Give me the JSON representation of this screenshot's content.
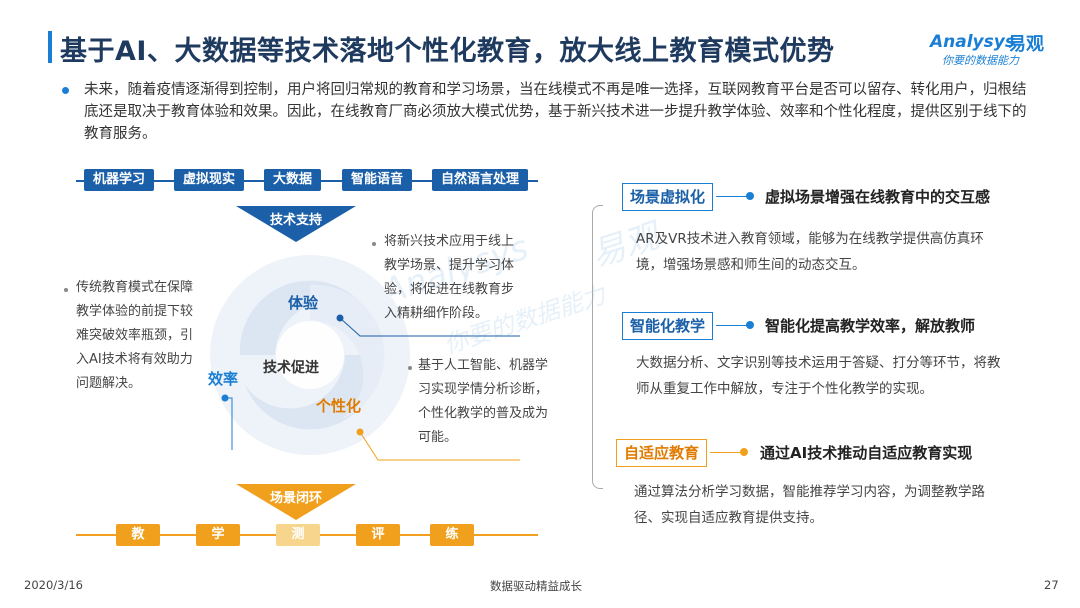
{
  "title": "基于AI、大数据等技术落地个性化教育，放大线上教育模式优势",
  "logo": {
    "en": "Analysys",
    "cn": "易观",
    "tagline": "你要的数据能力"
  },
  "intro": "未来，随着疫情逐渐得到控制，用户将回归常规的教育和学习场景，当在线模式不再是唯一选择，互联网教育平台是否可以留存、转化用户，归根结底还是取决于教育体验和效果。因此，在线教育厂商必须放大模式优势，基于新兴技术进一步提升教学体验、效率和个性化程度，提供区别于线下的教育服务。",
  "technologies": [
    "机器学习",
    "虚拟现实",
    "大数据",
    "智能语音",
    "自然语言处理"
  ],
  "tech_support": "技术支持",
  "scene_loop": "场景闭环",
  "steps": [
    "教",
    "学",
    "测",
    "评",
    "练"
  ],
  "cycle": {
    "center": "技术促进",
    "experience": "体验",
    "efficiency": "效率",
    "personalization": "个性化"
  },
  "notes": {
    "left": "传统教育模式在保障教学体验的前提下较难突破效率瓶颈，引入AI技术将有效助力问题解决。",
    "top_right": "将新兴技术应用于线上教学场景、提升学习体验，将促进在线教育步入精耕细作阶段。",
    "bottom_right": "基于人工智能、机器学习实现学情分析诊断，个性化教学的普及成为可能。"
  },
  "directions": [
    {
      "tag": "场景虚拟化",
      "heading": "虚拟场景增强在线教育中的交互感",
      "desc": "AR及VR技术进入教育领域，能够为在线教学提供高仿真环境，增强场景感和师生间的动态交互。"
    },
    {
      "tag": "智能化教学",
      "heading": "智能化提高教学效率，解放教师",
      "desc": "大数据分析、文字识别等技术运用于答疑、打分等环节，将教师从重复工作中解放，专注于个性化教学的实现。"
    },
    {
      "tag": "自适应教育",
      "heading": "通过AI技术推动自适应教育实现",
      "desc": "通过算法分析学习数据，智能推荐学习内容，为调整教学路径、实现自适应教育提供支持。"
    }
  ],
  "colors": {
    "primary": "#1a5fa8",
    "accent": "#1a7fd4",
    "orange": "#f0a01c",
    "title": "#1f3a5f"
  },
  "footer": {
    "date": "2020/3/16",
    "center": "数据驱动精益成长",
    "page": "27"
  },
  "watermark": {
    "en": "Analysys",
    "cn": "易观",
    "tagline": "你要的数据能力"
  }
}
